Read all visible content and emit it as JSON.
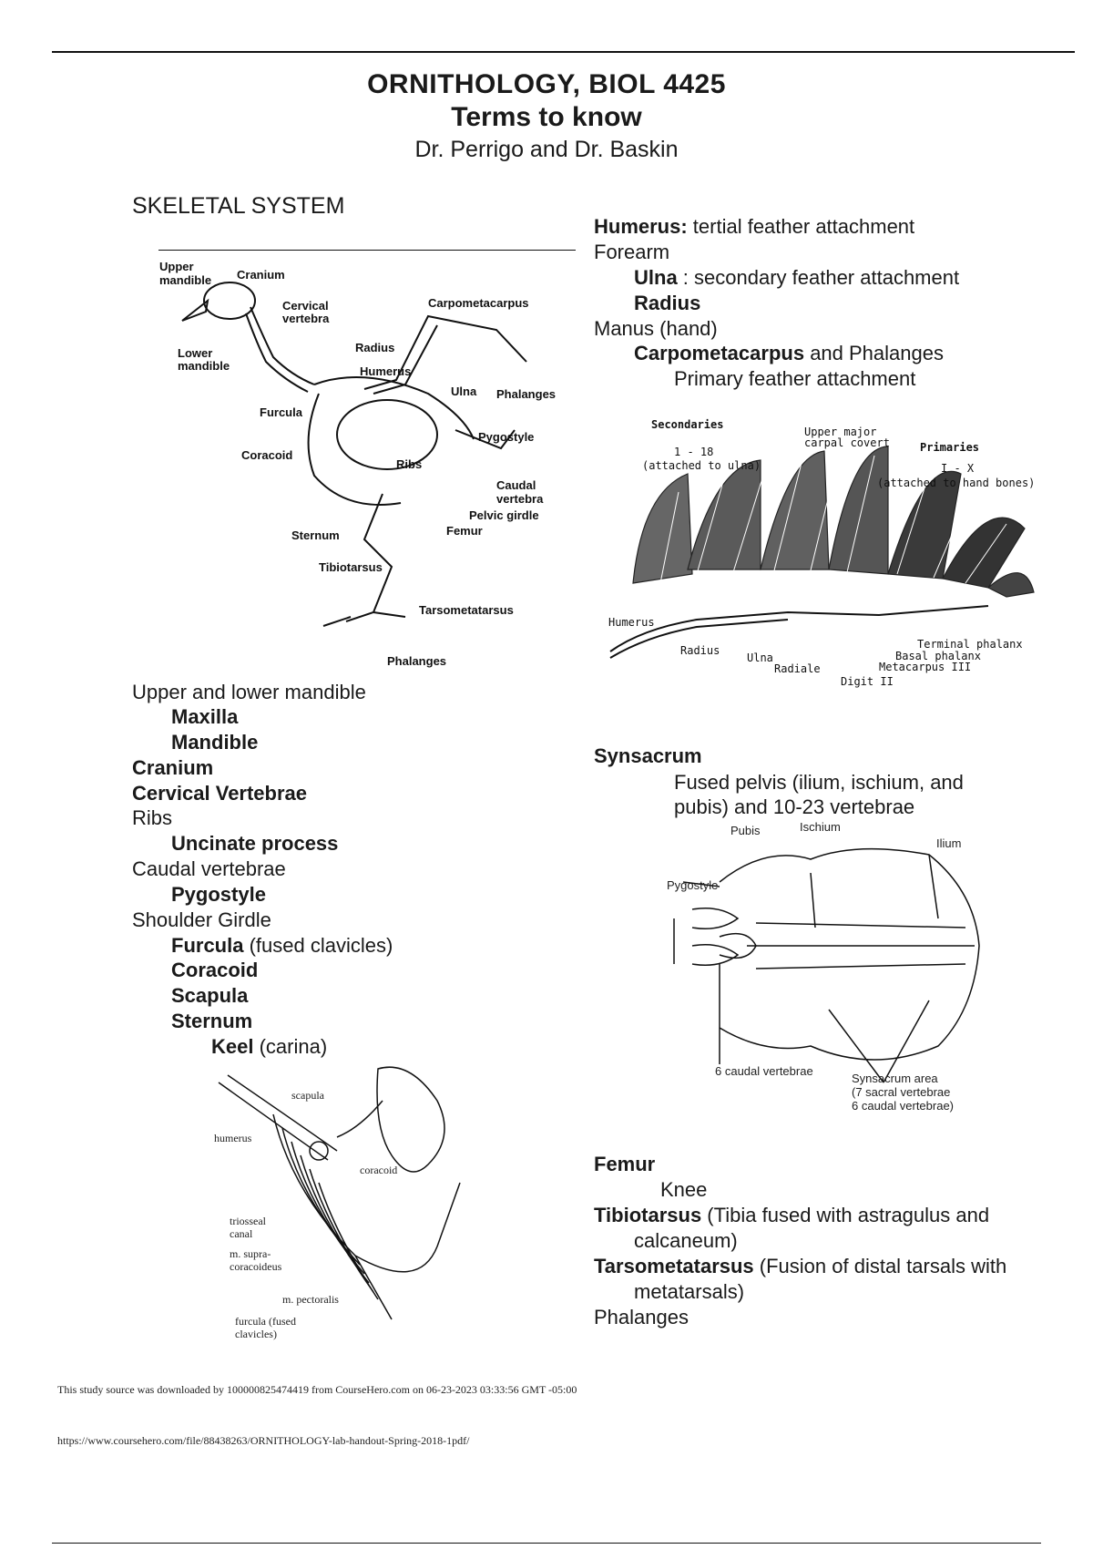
{
  "header": {
    "title": "ORNITHOLOGY, BIOL 4425",
    "subtitle": "Terms to know",
    "authors": "Dr. Perrigo and Dr. Baskin"
  },
  "section": "SKELETAL SYSTEM",
  "skeleton_figure": {
    "labels": [
      "Upper mandible",
      "Cranium",
      "Cervical vertebra",
      "Carpometacarpus",
      "Lower mandible",
      "Radius",
      "Humerus",
      "Ulna",
      "Phalanges",
      "Furcula",
      "Pygostyle",
      "Coracoid",
      "Ribs",
      "Caudal vertebra",
      "Pelvic girdle",
      "Femur",
      "Sternum",
      "Tibiotarsus",
      "Tarsometatarsus",
      "Phalanges"
    ]
  },
  "wing_figure": {
    "labels": [
      "Secondaries",
      "1 - 18",
      "(attached to ulna)",
      "Upper major",
      "carpal covert",
      "Primaries",
      "I - X",
      "(attached to hand bones)",
      "Humerus",
      "Radius",
      "Ulna",
      "Radiale",
      "Digit II",
      "Metacarpus III",
      "Basal phalanx",
      "Terminal phalanx"
    ]
  },
  "pelvis_figure": {
    "labels": [
      "Pubis",
      "Ischium",
      "Ilium",
      "Pygostyle",
      "6 caudal vertebrae",
      "Synsacrum area",
      "(7 sacral vertebrae",
      "6 caudal vertebrae)"
    ]
  },
  "keel_figure": {
    "labels": [
      "scapula",
      "humerus",
      "coracoid",
      "triosseal",
      "canal",
      "m. supra-",
      "coracoideus",
      "m. pectoralis",
      "furcula (fused",
      "clavicles)"
    ]
  },
  "left_terms": {
    "l1": "Upper and lower mandible",
    "l2": "Maxilla",
    "l3": "Mandible",
    "l4": "Cranium",
    "l5": "Cervical Vertebrae",
    "l6": "Ribs",
    "l7": "Uncinate process",
    "l8": "Caudal vertebrae",
    "l9": "Pygostyle",
    "l10": "Shoulder Girdle",
    "l11a": "Furcula",
    "l11b": " (fused clavicles)",
    "l12": "Coracoid",
    "l13": "Scapula",
    "l14": "Sternum",
    "l15a": "Keel",
    "l15b": " (carina)"
  },
  "right_terms": {
    "r1a": "Humerus:",
    "r1b": " tertial feather attachment",
    "r2": "Forearm",
    "r3a": "Ulna",
    "r3b": " : secondary feather attachment",
    "r4": "Radius",
    "r5": "Manus (hand)",
    "r6a": "Carpometacarpus",
    "r6b": " and Phalanges",
    "r7": "Primary feather attachment",
    "r8": "Synsacrum",
    "r9": "Fused pelvis (ilium, ischium, and",
    "r10": "pubis) and 10-23 vertebrae",
    "r11": "Femur",
    "r12": "Knee",
    "r13a": "Tibiotarsus",
    "r13b": " (Tibia fused with astragulus and",
    "r14": "calcaneum)",
    "r15a": "Tarsometatarsus",
    "r15b": " (Fusion of distal tarsals with",
    "r16": "metatarsals)",
    "r17": "Phalanges"
  },
  "footer": {
    "source": "This study source was downloaded by 100000825474419 from CourseHero.com on 06-23-2023 03:33:56 GMT -05:00",
    "url": "https://www.coursehero.com/file/88438263/ORNITHOLOGY-lab-handout-Spring-2018-1pdf/"
  }
}
